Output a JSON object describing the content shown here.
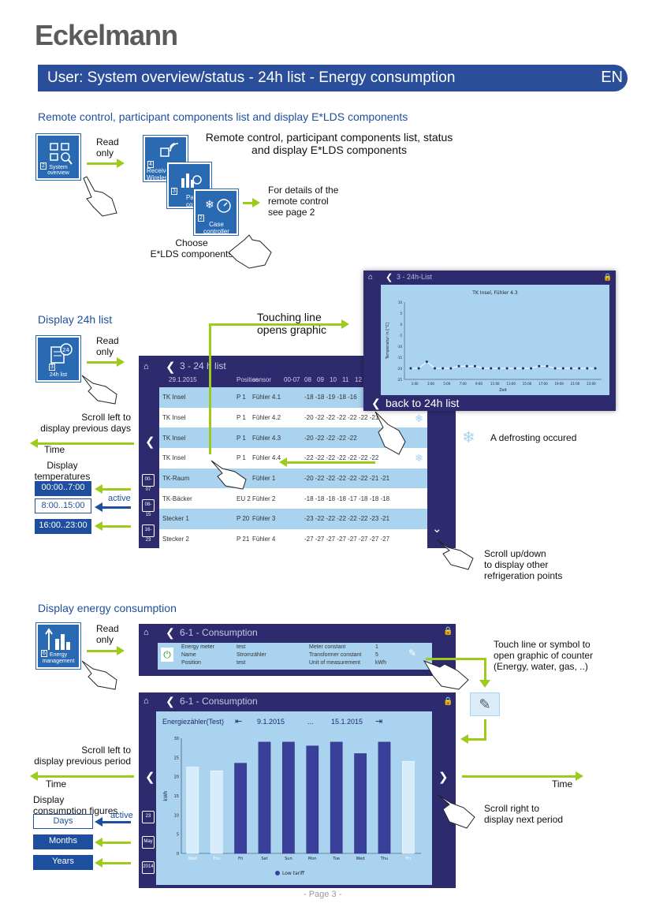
{
  "brand": {
    "logo": "Eckelmann"
  },
  "header": {
    "title": "User: System overview/status - 24h list - Energy consumption",
    "lang": "EN"
  },
  "section1": {
    "heading": "Remote control, participant components list and display E*LDS components",
    "tile_label": "System overview",
    "tile_number": "2",
    "read_only": "Read\nonly",
    "cards_title": "Remote control, participant components list, status\nand display E*LDS components",
    "card1": {
      "label": "Receive\nWireless",
      "number": "4"
    },
    "card2": {
      "label": "Pa\ncontr",
      "number": "3"
    },
    "card3": {
      "label": "Case\ncontroller",
      "number": "2"
    },
    "details_note": "For details of the\nremote control\nsee page 2",
    "choose_note": "Choose\nE*LDS components"
  },
  "section2": {
    "heading": "Display 24h list",
    "tile_label": "24h list",
    "tile_number": "3",
    "read_only": "Read\nonly",
    "touch_note": "Touching line\nopens graphic",
    "scroll_note": "Scroll left to\ndisplay previous days",
    "time_label": "Time",
    "display_temps": "Display\ntemperatures",
    "ranges": [
      "00:00..7:00",
      "8:00..15:00",
      "16:00..23:00"
    ],
    "active": "active",
    "defrost_note": "A defrosting occured",
    "scroll_updown": "Scroll up/down\nto display other\nrefrigeration points",
    "screen_title": "3 - 24 h list",
    "date": "29.1.2015",
    "col_position": "Position",
    "col_sensor": "sensor",
    "hours": [
      "00-07",
      "08",
      "09",
      "10",
      "11",
      "12"
    ],
    "rows": [
      {
        "name": "TK Insel",
        "pos": "P 1",
        "sensor": "Fühler 4.1",
        "vals": "-18  -18  -19  -18  -16"
      },
      {
        "name": "TK Insel",
        "pos": "P 1",
        "sensor": "Fühler 4.2",
        "vals": "-20  -22  -22  -22  -22  -22  -21"
      },
      {
        "name": "TK Insel",
        "pos": "P 1",
        "sensor": "Fühler 4.3",
        "vals": "-20  -22  -22  -22  -22"
      },
      {
        "name": "TK Insel",
        "pos": "P 1",
        "sensor": "Fühler 4.4",
        "vals": "-22  -22  -22  -22  -22  -22  -22"
      },
      {
        "name": "TK-Raum",
        "pos": "",
        "sensor": "Fühler 1",
        "vals": "-20  -22  -22  -22  -22  -22  -21  -21"
      },
      {
        "name": "TK-Bäcker",
        "pos": "EU 2",
        "sensor": "Fühler 2",
        "vals": "-18  -18  -18  -18  -17  -18  -18  -18"
      },
      {
        "name": "Stecker 1",
        "pos": "P 20",
        "sensor": "Fühler 3",
        "vals": "-23  -22  -22  -22  -22  -22  -23  -21"
      },
      {
        "name": "Stecker 2",
        "pos": "P 21",
        "sensor": "Fühler 4",
        "vals": "-27  -27  -27  -27  -27  -27  -27  -27"
      }
    ],
    "graph_title": "3 - 24h-List",
    "graph_chart_title": "TK Insel, Fühler 4.3",
    "graph_xlabel": "Zeit",
    "graph_ylabel": "Temperatur in [°C]",
    "back_label": "back to 24h list",
    "side_icons": [
      "00-07",
      "08-15",
      "16-23"
    ]
  },
  "section3": {
    "heading": "Display energy consumption",
    "tile_label": "Energy\nmanagement",
    "tile_number": "6",
    "read_only": "Read\nonly",
    "touch_note": "Touch line or symbol to\nopen graphic of counter\n(Energy, water, gas, ..)",
    "scroll_left": "Scroll left to\ndisplay previous period",
    "scroll_right": "Scroll right to\ndisplay next period",
    "time_label": "Time",
    "display_note": "Display\nconsumption figures",
    "active": "active",
    "periods": [
      "Days",
      "Months",
      "Years"
    ],
    "screen1_title": "6-1 - Consumption",
    "meter": {
      "l1": "Energy meter",
      "v1": "test",
      "l2": "Name",
      "v2": "Stromzähler",
      "l3": "Position",
      "v3": "test",
      "l4": "Meter constant",
      "v4": "1",
      "l5": "Transformer constant",
      "v5": "5",
      "l6": "Unit of measurement",
      "v6": "kWh"
    },
    "screen2_title": "6-1 - Consumption",
    "chart_name": "Energiezähler(Test)",
    "date_from": "9.1.2015",
    "date_sep": "...",
    "date_to": "15.1.2015",
    "legend_low": "Low tariff",
    "side_icons": [
      "23",
      "May",
      "2014"
    ]
  },
  "footer": {
    "page": "- Page 3 -"
  },
  "colors": {
    "brand_blue": "#2a4e9a",
    "accent_green": "#9ccb1b",
    "screen_bg": "#2e2a6e",
    "panel_light": "#a9d3ee"
  },
  "chart_data": [
    {
      "type": "line",
      "title": "TK Insel, Fühler 4.3",
      "xlabel": "Zeit",
      "ylabel": "Temperatur in [°C]",
      "ylim": [
        -25,
        10
      ],
      "yticks": [
        10,
        5,
        0,
        -5,
        -10,
        -15,
        -20,
        -25
      ],
      "xticks": [
        "1:00",
        "3:00",
        "5:00",
        "7:00",
        "9:00",
        "11:00",
        "13:00",
        "15:00",
        "17:00",
        "19:00",
        "21:00",
        "23:00"
      ],
      "values": [
        -20,
        -20,
        -17,
        -20,
        -20,
        -20,
        -19,
        -19,
        -19,
        -20,
        -20,
        -20,
        -20,
        -20,
        -20,
        -20,
        -19,
        -19,
        -20,
        -20,
        -20,
        -20,
        -20,
        -20
      ]
    },
    {
      "type": "bar",
      "title": "Energiezähler(Test)",
      "xlabel": "",
      "ylabel": "kWh",
      "ylim": [
        0,
        30
      ],
      "yticks": [
        0,
        5,
        10,
        15,
        20,
        25,
        30
      ],
      "categories": [
        "Wed",
        "Thu",
        "Fri",
        "Sat",
        "Sun",
        "Mon",
        "Tue",
        "Wed",
        "Thu",
        "Fri"
      ],
      "values": [
        22.5,
        21.5,
        23.5,
        29,
        29,
        28,
        29,
        26,
        29,
        24
      ],
      "light": [
        true,
        true,
        false,
        false,
        false,
        false,
        false,
        false,
        false,
        true
      ]
    }
  ]
}
